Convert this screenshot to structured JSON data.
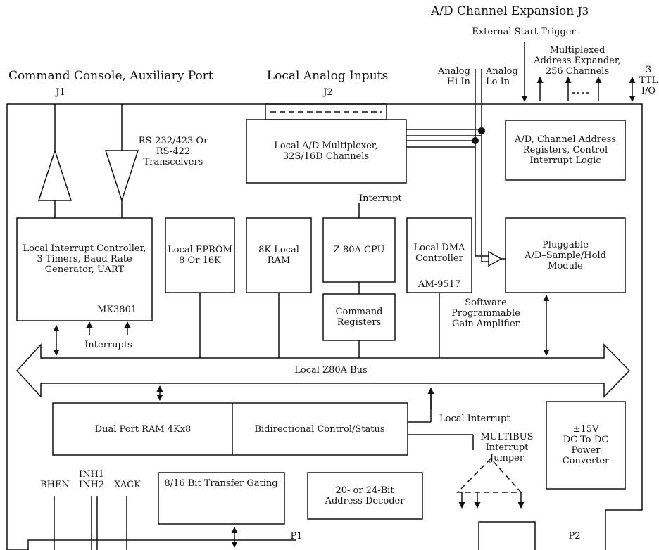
{
  "header": {
    "expansion_title": "A/D Channel Expansion",
    "expansion_connector": "J3",
    "external_trigger": "External Start Trigger",
    "mux_expander": "Multiplexed\nAddress Expander,\n256 Channels",
    "ttl_io": "3\nTTL\nI/O",
    "analog_hi": "Analog\nHi In",
    "analog_lo": "Analog\nLo In",
    "console_title": "Command Console, Auxiliary Port",
    "console_connector": "J1",
    "local_analog_title": "Local Analog Inputs",
    "local_analog_connector": "J2"
  },
  "blocks": {
    "mux": "Local A/D Multiplexer,\n32S/16D Channels",
    "ad_regs": "A/D, Channel Address\nRegisters, Control\nInterrupt Logic",
    "transceivers": "RS-232/423 Or\nRS-422\nTransceivers",
    "interrupt_ctrl": "Local Interrupt Controller,\n3 Timers, Baud Rate\nGenerator, UART",
    "interrupt_ctrl_chip": "MK3801",
    "eprom": "Local EPROM\n8 Or 16K",
    "ram": "8K Local\nRAM",
    "cpu": "Z-80A CPU",
    "cpu_interrupt": "Interrupt",
    "dma": "Local DMA\nController",
    "dma_chip": "AM-9517",
    "command_regs": "Command\nRegisters",
    "sample_hold": "Pluggable\nA/D–Sample/Hold\nModule",
    "pga": "Software\nProgrammable\nGain Amplifier",
    "interrupts": "Interrupts",
    "bus": "Local Z80A Bus",
    "dual_port": "Dual Port RAM 4Kx8",
    "bidir": "Bidirectional Control/Status",
    "local_interrupt": "Local Interrupt",
    "multibus_jumper": "MULTIBUS\nInterrupt\nJumper",
    "power": "±15V\nDC-To-DC\nPower\nConverter",
    "transfer_gating": "8/16 Bit Transfer Gating",
    "address_decoder": "20- or 24-Bit\nAddress Decoder"
  },
  "edge": {
    "bhen": "BHEN",
    "inh": "INH1\nINH2",
    "xack": "XACK",
    "p1": "P1",
    "p2": "P2"
  }
}
